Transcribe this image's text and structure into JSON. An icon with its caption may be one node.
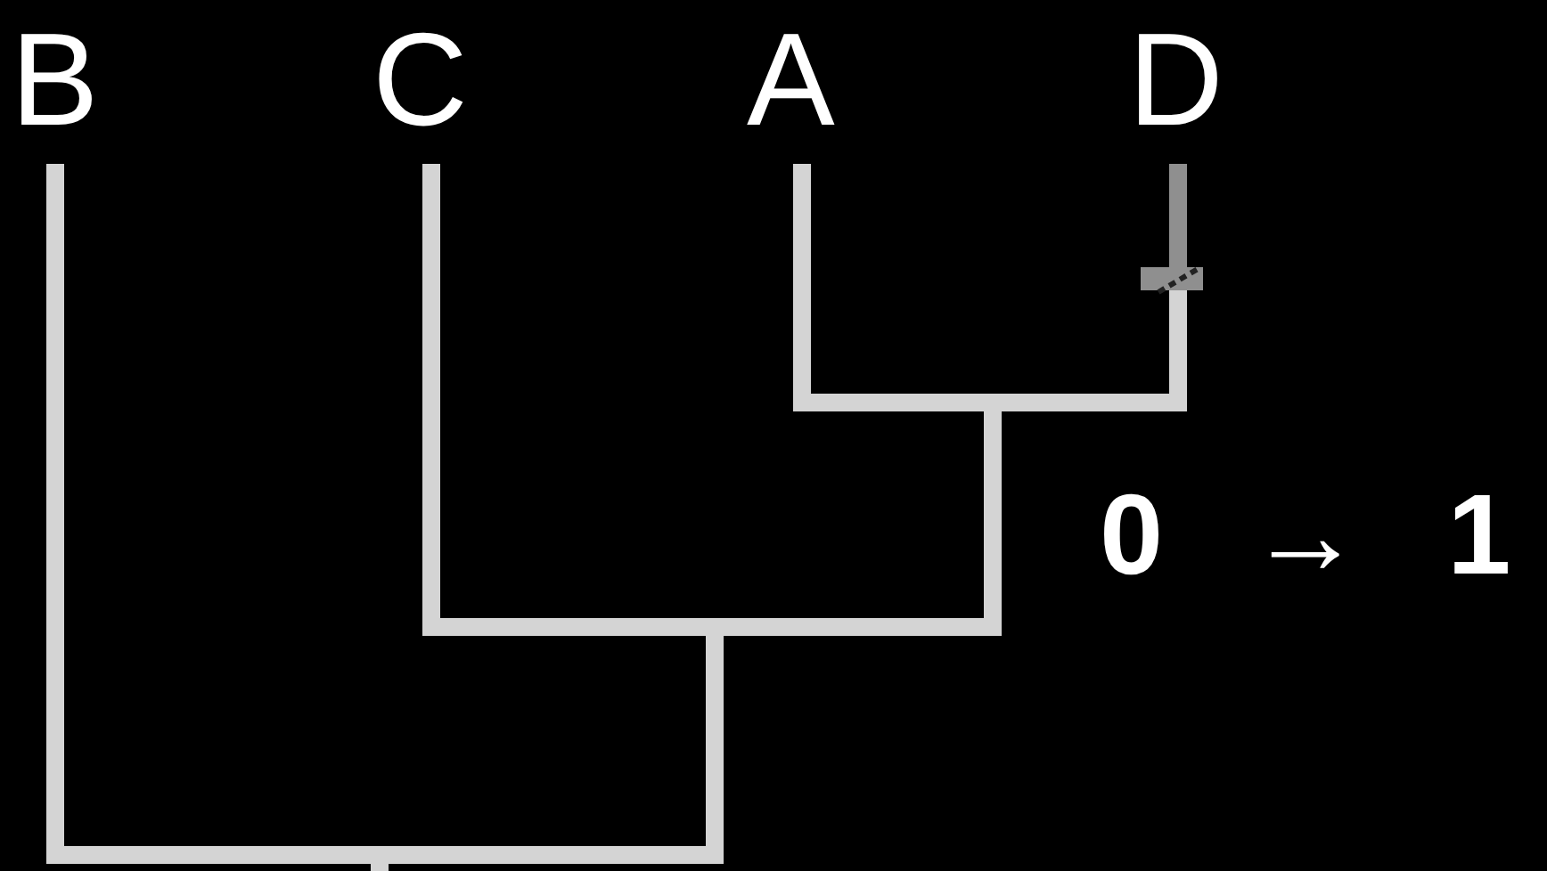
{
  "diagram": {
    "labels": [
      "B",
      "C",
      "A",
      "D",
      "0 → 1"
    ]
  }
}
